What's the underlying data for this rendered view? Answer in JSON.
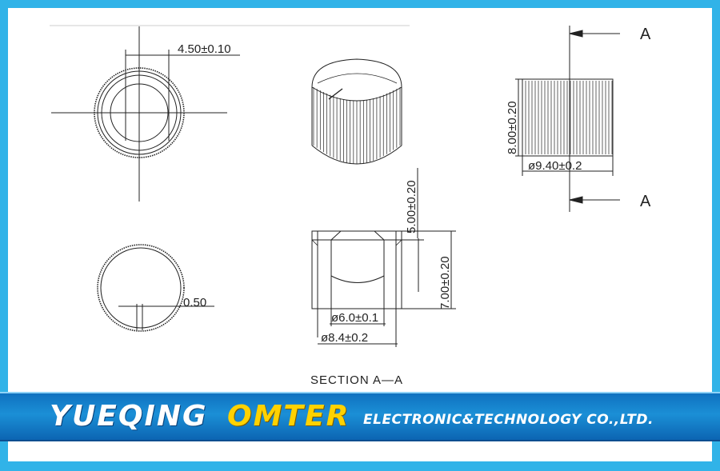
{
  "dimensions": {
    "top_offset": "4.50±0.10",
    "slot_width": "0.50",
    "height_side": "8.00±0.20",
    "diameter_side": "ø9.40±0.2",
    "section_marker_top": "A",
    "section_marker_bottom": "A",
    "section_depth": "5.00±0.20",
    "section_height": "7.00±0.20",
    "inner_diameter": "ø6.0±0.1",
    "outer_diameter": "ø8.4±0.2",
    "section_label": "SECTION A—A"
  },
  "banner": {
    "brand_part1": "YUEQING",
    "brand_part2": "OMTER",
    "tagline": "ELECTRONIC&TECHNOLOGY CO.,LTD."
  },
  "colors": {
    "frame": "#31b3e8",
    "banner": "#1b8fd6",
    "brand_highlight": "#ffd200",
    "line": "#222222"
  }
}
